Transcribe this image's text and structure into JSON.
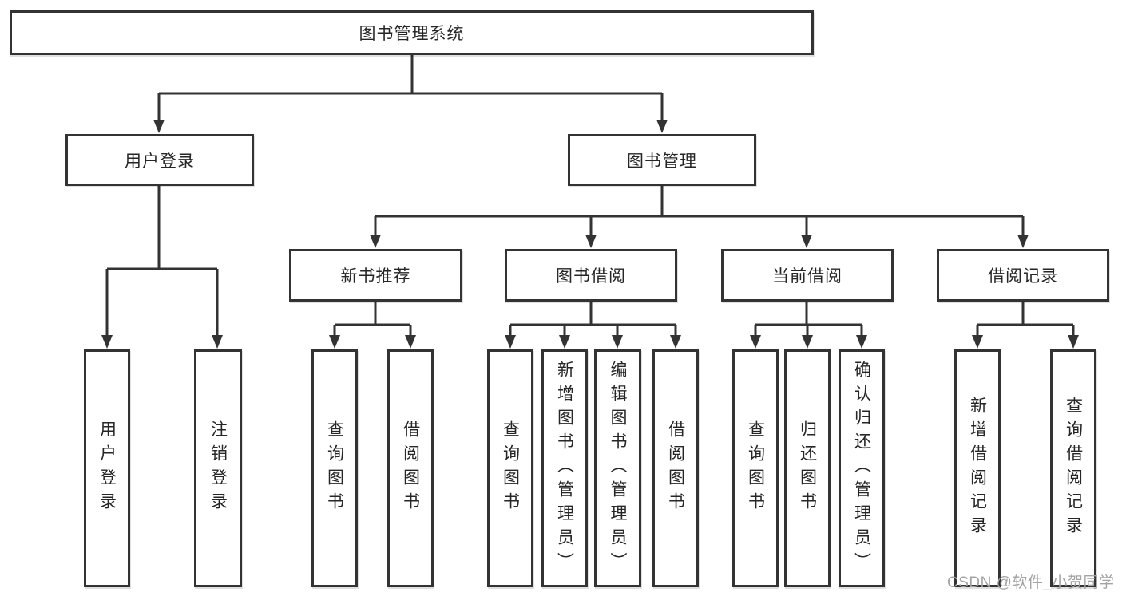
{
  "tree": {
    "root": {
      "label": "图书管理系统",
      "children": [
        {
          "label": "用户登录",
          "children": [
            {
              "label": "用户登录"
            },
            {
              "label": "注销登录"
            }
          ]
        },
        {
          "label": "图书管理",
          "children": [
            {
              "label": "新书推荐",
              "children": [
                {
                  "label": "查询图书"
                },
                {
                  "label": "借阅图书"
                }
              ]
            },
            {
              "label": "图书借阅",
              "children": [
                {
                  "label": "查询图书"
                },
                {
                  "label": "新增图书（管理员）"
                },
                {
                  "label": "编辑图书（管理员）"
                },
                {
                  "label": "借阅图书"
                }
              ]
            },
            {
              "label": "当前借阅",
              "children": [
                {
                  "label": "查询图书"
                },
                {
                  "label": "归还图书"
                },
                {
                  "label": "确认归还（管理员）"
                }
              ]
            },
            {
              "label": "借阅记录",
              "children": [
                {
                  "label": "新增借阅记录"
                },
                {
                  "label": "查询借阅记录"
                }
              ]
            }
          ]
        }
      ]
    }
  },
  "watermark": {
    "text": "CSDN @软件_小贺同学",
    "color": "#a3a3a3"
  },
  "colors": {
    "line": "#333333",
    "box_border": "#333333",
    "box_fill": "#ffffff",
    "text": "#262626"
  }
}
